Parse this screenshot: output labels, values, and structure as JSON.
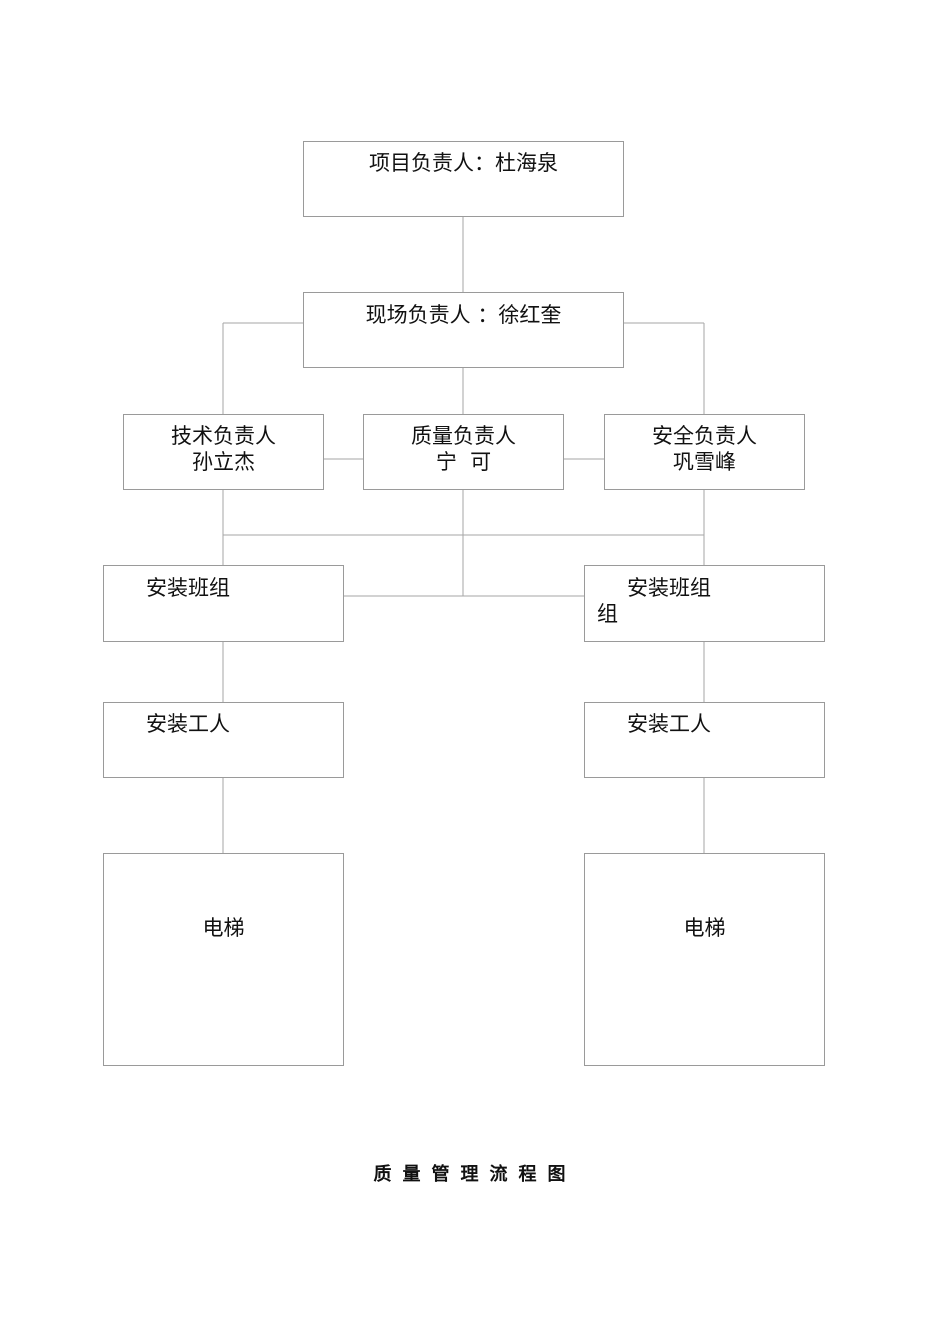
{
  "nodes": {
    "project_lead": {
      "lines": [
        "项目负责人：杜海泉"
      ]
    },
    "site_lead": {
      "lines": [
        "现场负责人 ：徐红奎"
      ]
    },
    "tech_lead": {
      "lines": [
        "技术负责人",
        "孙立杰"
      ]
    },
    "quality_lead": {
      "lines": [
        "质量负责人",
        "宁  可"
      ]
    },
    "safety_lead": {
      "lines": [
        "安全负责人",
        "巩雪峰"
      ]
    },
    "install_team_left": {
      "lines": [
        "安装班组"
      ]
    },
    "install_team_right": {
      "lines": [
        "安装班组",
        "组"
      ]
    },
    "installer_left": {
      "lines": [
        "安装工人"
      ]
    },
    "installer_right": {
      "lines": [
        "安装工人"
      ]
    },
    "elevator_left": {
      "lines": [
        "电梯"
      ]
    },
    "elevator_right": {
      "lines": [
        "电梯"
      ]
    }
  },
  "caption": "质量管理流程图",
  "colors": {
    "border": "#9a9a9a",
    "connector": "#a6a6a6",
    "text": "#111111"
  }
}
